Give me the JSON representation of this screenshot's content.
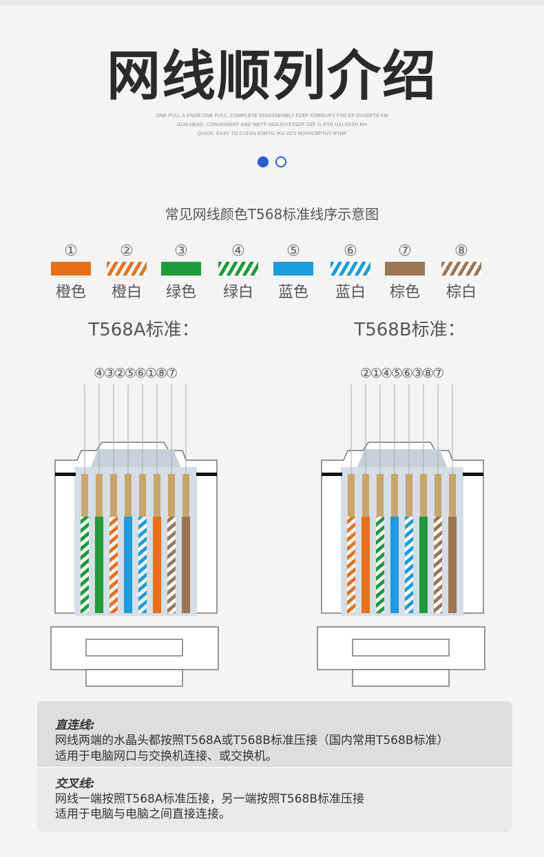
{
  "header": {
    "title": "网线顺列介绍",
    "subtext": [
      "ONE PULL A KNOB ONE PULL, COMPLETE DISASSEMBLY FDEF EDRGUKY FSD EF DVXDFT8 KM",
      "GUN HEAD, CONVENIENT AND  WETF HGKJUYFZSDF DZF G RTH UIU DFZH RH",
      "QUICK, EASY TO CLEAN ESRTG IKU XCV MJVHCBFTUY RTHF"
    ]
  },
  "diagram": {
    "title": "常见网线颜色T568标准线序示意图",
    "legend": [
      {
        "num": "①",
        "label": "橙色",
        "color": "#e8701a",
        "striped": false
      },
      {
        "num": "②",
        "label": "橙白",
        "color": "#e8701a",
        "striped": true
      },
      {
        "num": "③",
        "label": "绿色",
        "color": "#1d9a3a",
        "striped": false
      },
      {
        "num": "④",
        "label": "绿白",
        "color": "#1d9a3a",
        "striped": true
      },
      {
        "num": "⑤",
        "label": "蓝色",
        "color": "#1b9be0",
        "striped": false
      },
      {
        "num": "⑥",
        "label": "蓝白",
        "color": "#1b9be0",
        "striped": true
      },
      {
        "num": "⑦",
        "label": "棕色",
        "color": "#9c7654",
        "striped": false
      },
      {
        "num": "⑧",
        "label": "棕白",
        "color": "#9c7654",
        "striped": true
      }
    ],
    "standards": [
      {
        "title": "T568A标准：",
        "order_label": "④③②⑤⑥①⑧⑦",
        "order": [
          4,
          3,
          2,
          5,
          6,
          1,
          8,
          7
        ]
      },
      {
        "title": "T568B标准：",
        "order_label": "②①④⑤⑥③⑧⑦",
        "order": [
          2,
          1,
          4,
          5,
          6,
          3,
          8,
          7
        ]
      }
    ]
  },
  "info": {
    "straight": {
      "head": "直连线:",
      "line1": "网线两端的水晶头都按照T568A或T568B标准压接（国内常用T568B标准）",
      "line2": "适用于电脑网口与交换机连接、或交换机。"
    },
    "crossover": {
      "head": "交叉线:",
      "line1": "网线一端按照T568A标准压接，另一端按照T568B标准压接",
      "line2": "适用于电脑与电脑之间直接连接。"
    }
  }
}
